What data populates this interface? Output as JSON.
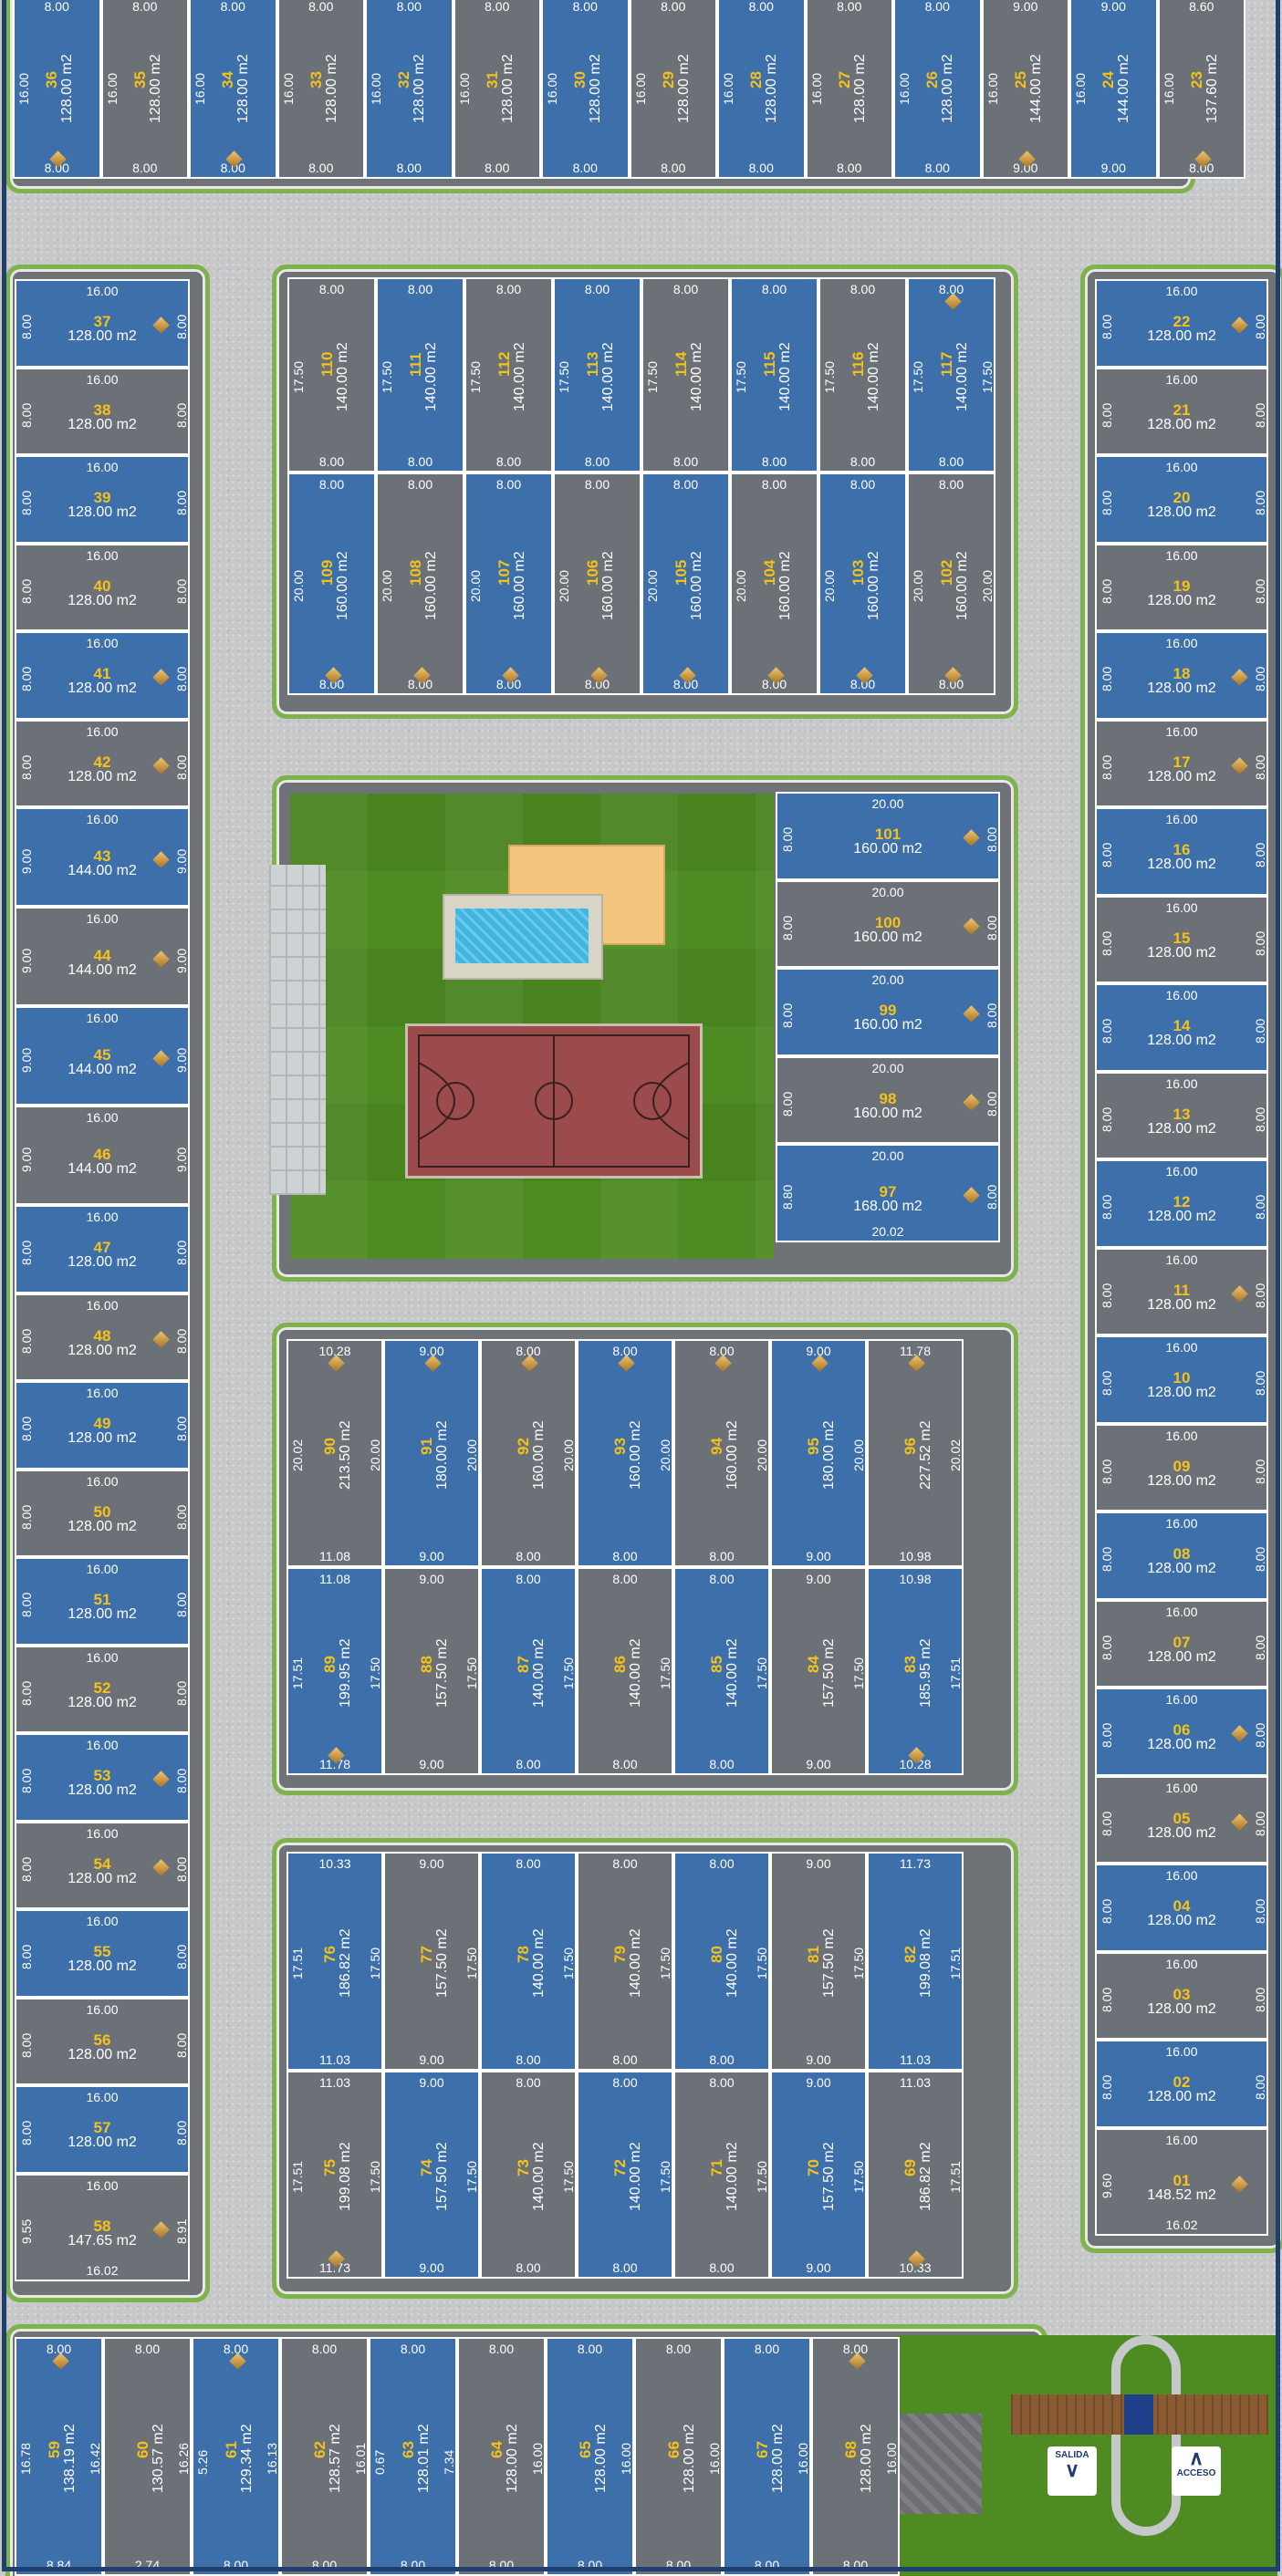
{
  "colors": {
    "blue": "#3d6fab",
    "gray": "#6c7177",
    "number": "#f4c21a",
    "green_border": "#7fb24a",
    "park": "#4e8b22"
  },
  "signs": {
    "exit_label": "SALIDA",
    "entry_label": "ACCESO"
  },
  "top_row": [
    {
      "n": "36",
      "a": "128.00 m2",
      "t": "8.00",
      "b": "8.00",
      "l": "16.00",
      "c": "blue",
      "diamond": true
    },
    {
      "n": "35",
      "a": "128.00 m2",
      "t": "8.00",
      "b": "8.00",
      "l": "16.00",
      "c": "gray",
      "diamond": false
    },
    {
      "n": "34",
      "a": "128.00 m2",
      "t": "8.00",
      "b": "8.00",
      "l": "16.00",
      "c": "blue",
      "diamond": true
    },
    {
      "n": "33",
      "a": "128.00 m2",
      "t": "8.00",
      "b": "8.00",
      "l": "16.00",
      "c": "gray",
      "diamond": false
    },
    {
      "n": "32",
      "a": "128.00 m2",
      "t": "8.00",
      "b": "8.00",
      "l": "16.00",
      "c": "blue",
      "diamond": false
    },
    {
      "n": "31",
      "a": "128.00 m2",
      "t": "8.00",
      "b": "8.00",
      "l": "16.00",
      "c": "gray",
      "diamond": false
    },
    {
      "n": "30",
      "a": "128.00 m2",
      "t": "8.00",
      "b": "8.00",
      "l": "16.00",
      "c": "blue",
      "diamond": false
    },
    {
      "n": "29",
      "a": "128.00 m2",
      "t": "8.00",
      "b": "8.00",
      "l": "16.00",
      "c": "gray",
      "diamond": false
    },
    {
      "n": "28",
      "a": "128.00 m2",
      "t": "8.00",
      "b": "8.00",
      "l": "16.00",
      "c": "blue",
      "diamond": false
    },
    {
      "n": "27",
      "a": "128.00 m2",
      "t": "8.00",
      "b": "8.00",
      "l": "16.00",
      "c": "gray",
      "diamond": false
    },
    {
      "n": "26",
      "a": "128.00 m2",
      "t": "8.00",
      "b": "8.00",
      "l": "16.00",
      "c": "blue",
      "diamond": false
    },
    {
      "n": "25",
      "a": "144.00 m2",
      "t": "9.00",
      "b": "9.00",
      "l": "16.00",
      "c": "gray",
      "diamond": true
    },
    {
      "n": "24",
      "a": "144.00 m2",
      "t": "9.00",
      "b": "9.00",
      "l": "16.00",
      "c": "blue",
      "diamond": false
    },
    {
      "n": "23",
      "a": "137.60 m2",
      "t": "8.60",
      "b": "8.00",
      "l": "16.00",
      "c": "gray",
      "diamond": true
    }
  ],
  "left_col": [
    {
      "n": "37",
      "a": "128.00 m2",
      "t": "16.00",
      "l": "8.00",
      "r": "8.00",
      "c": "blue",
      "diamond": true
    },
    {
      "n": "38",
      "a": "128.00 m2",
      "t": "16.00",
      "l": "8.00",
      "r": "8.00",
      "c": "gray",
      "diamond": false
    },
    {
      "n": "39",
      "a": "128.00 m2",
      "t": "16.00",
      "l": "8.00",
      "r": "8.00",
      "c": "blue",
      "diamond": false
    },
    {
      "n": "40",
      "a": "128.00 m2",
      "t": "16.00",
      "l": "8.00",
      "r": "8.00",
      "c": "gray",
      "diamond": false
    },
    {
      "n": "41",
      "a": "128.00 m2",
      "t": "16.00",
      "l": "8.00",
      "r": "8.00",
      "c": "blue",
      "diamond": true
    },
    {
      "n": "42",
      "a": "128.00 m2",
      "t": "16.00",
      "l": "8.00",
      "r": "8.00",
      "c": "gray",
      "diamond": true
    },
    {
      "n": "43",
      "a": "144.00 m2",
      "t": "16.00",
      "l": "9.00",
      "r": "9.00",
      "c": "blue",
      "diamond": true
    },
    {
      "n": "44",
      "a": "144.00 m2",
      "t": "16.00",
      "l": "9.00",
      "r": "9.00",
      "c": "gray",
      "diamond": true
    },
    {
      "n": "45",
      "a": "144.00 m2",
      "t": "16.00",
      "l": "9.00",
      "r": "9.00",
      "c": "blue",
      "diamond": true
    },
    {
      "n": "46",
      "a": "144.00 m2",
      "t": "16.00",
      "l": "9.00",
      "r": "9.00",
      "c": "gray",
      "diamond": false
    },
    {
      "n": "47",
      "a": "128.00 m2",
      "t": "16.00",
      "l": "8.00",
      "r": "8.00",
      "c": "blue",
      "diamond": false
    },
    {
      "n": "48",
      "a": "128.00 m2",
      "t": "16.00",
      "l": "8.00",
      "r": "8.00",
      "c": "gray",
      "diamond": true
    },
    {
      "n": "49",
      "a": "128.00 m2",
      "t": "16.00",
      "l": "8.00",
      "r": "8.00",
      "c": "blue",
      "diamond": false
    },
    {
      "n": "50",
      "a": "128.00 m2",
      "t": "16.00",
      "l": "8.00",
      "r": "8.00",
      "c": "gray",
      "diamond": false
    },
    {
      "n": "51",
      "a": "128.00 m2",
      "t": "16.00",
      "l": "8.00",
      "r": "8.00",
      "c": "blue",
      "diamond": false
    },
    {
      "n": "52",
      "a": "128.00 m2",
      "t": "16.00",
      "l": "8.00",
      "r": "8.00",
      "c": "gray",
      "diamond": false
    },
    {
      "n": "53",
      "a": "128.00 m2",
      "t": "16.00",
      "l": "8.00",
      "r": "8.00",
      "c": "blue",
      "diamond": true
    },
    {
      "n": "54",
      "a": "128.00 m2",
      "t": "16.00",
      "l": "8.00",
      "r": "8.00",
      "c": "gray",
      "diamond": true
    },
    {
      "n": "55",
      "a": "128.00 m2",
      "t": "16.00",
      "l": "8.00",
      "r": "8.00",
      "c": "blue",
      "diamond": false
    },
    {
      "n": "56",
      "a": "128.00 m2",
      "t": "16.00",
      "l": "8.00",
      "r": "8.00",
      "c": "gray",
      "diamond": false
    },
    {
      "n": "57",
      "a": "128.00 m2",
      "t": "16.00",
      "l": "8.00",
      "r": "8.00",
      "c": "blue",
      "diamond": false
    },
    {
      "n": "58",
      "a": "147.65 m2",
      "t": "16.00",
      "l": "9.55",
      "r": "8.91",
      "b": "16.02",
      "c": "gray",
      "diamond": true
    }
  ],
  "right_col": [
    {
      "n": "22",
      "a": "128.00 m2",
      "t": "16.00",
      "l": "8.00",
      "r": "8.00",
      "c": "blue",
      "diamond": true
    },
    {
      "n": "21",
      "a": "128.00 m2",
      "t": "16.00",
      "l": "8.00",
      "r": "8.00",
      "c": "gray",
      "diamond": false
    },
    {
      "n": "20",
      "a": "128.00 m2",
      "t": "16.00",
      "l": "8.00",
      "r": "8.00",
      "c": "blue",
      "diamond": false
    },
    {
      "n": "19",
      "a": "128.00 m2",
      "t": "16.00",
      "l": "8.00",
      "r": "8.00",
      "c": "gray",
      "diamond": false
    },
    {
      "n": "18",
      "a": "128.00 m2",
      "t": "16.00",
      "l": "8.00",
      "r": "8.00",
      "c": "blue",
      "diamond": true
    },
    {
      "n": "17",
      "a": "128.00 m2",
      "t": "16.00",
      "l": "8.00",
      "r": "8.00",
      "c": "gray",
      "diamond": true
    },
    {
      "n": "16",
      "a": "128.00 m2",
      "t": "16.00",
      "l": "8.00",
      "r": "8.00",
      "c": "blue",
      "diamond": false
    },
    {
      "n": "15",
      "a": "128.00 m2",
      "t": "16.00",
      "l": "8.00",
      "r": "8.00",
      "c": "gray",
      "diamond": false
    },
    {
      "n": "14",
      "a": "128.00 m2",
      "t": "16.00",
      "l": "8.00",
      "r": "8.00",
      "c": "blue",
      "diamond": false
    },
    {
      "n": "13",
      "a": "128.00 m2",
      "t": "16.00",
      "l": "8.00",
      "r": "8.00",
      "c": "gray",
      "diamond": false
    },
    {
      "n": "12",
      "a": "128.00 m2",
      "t": "16.00",
      "l": "8.00",
      "r": "8.00",
      "c": "blue",
      "diamond": false
    },
    {
      "n": "11",
      "a": "128.00 m2",
      "t": "16.00",
      "l": "8.00",
      "r": "8.00",
      "c": "gray",
      "diamond": true
    },
    {
      "n": "10",
      "a": "128.00 m2",
      "t": "16.00",
      "l": "8.00",
      "r": "8.00",
      "c": "blue",
      "diamond": false
    },
    {
      "n": "09",
      "a": "128.00 m2",
      "t": "16.00",
      "l": "8.00",
      "r": "8.00",
      "c": "gray",
      "diamond": false
    },
    {
      "n": "08",
      "a": "128.00 m2",
      "t": "16.00",
      "l": "8.00",
      "r": "8.00",
      "c": "blue",
      "diamond": false
    },
    {
      "n": "07",
      "a": "128.00 m2",
      "t": "16.00",
      "l": "8.00",
      "r": "8.00",
      "c": "gray",
      "diamond": false
    },
    {
      "n": "06",
      "a": "128.00 m2",
      "t": "16.00",
      "l": "8.00",
      "r": "8.00",
      "c": "blue",
      "diamond": true
    },
    {
      "n": "05",
      "a": "128.00 m2",
      "t": "16.00",
      "l": "8.00",
      "r": "8.00",
      "c": "gray",
      "diamond": true
    },
    {
      "n": "04",
      "a": "128.00 m2",
      "t": "16.00",
      "l": "8.00",
      "r": "8.00",
      "c": "blue",
      "diamond": false
    },
    {
      "n": "03",
      "a": "128.00 m2",
      "t": "16.00",
      "l": "8.00",
      "r": "8.00",
      "c": "gray",
      "diamond": false
    },
    {
      "n": "02",
      "a": "128.00 m2",
      "t": "16.00",
      "l": "8.00",
      "r": "8.00",
      "c": "blue",
      "diamond": false
    },
    {
      "n": "01",
      "a": "148.52 m2",
      "t": "16.00",
      "l": "9.60",
      "r": "",
      "b": "16.02",
      "c": "gray",
      "diamond": true
    }
  ],
  "block_a_top": [
    {
      "n": "110",
      "a": "140.00 m2",
      "t": "8.00",
      "b": "8.00",
      "l": "17.50",
      "r": "",
      "c": "gray"
    },
    {
      "n": "111",
      "a": "140.00 m2",
      "t": "8.00",
      "b": "8.00",
      "l": "17.50",
      "r": "",
      "c": "blue"
    },
    {
      "n": "112",
      "a": "140.00 m2",
      "t": "8.00",
      "b": "8.00",
      "l": "17.50",
      "r": "",
      "c": "gray"
    },
    {
      "n": "113",
      "a": "140.00 m2",
      "t": "8.00",
      "b": "8.00",
      "l": "17.50",
      "r": "",
      "c": "blue"
    },
    {
      "n": "114",
      "a": "140.00 m2",
      "t": "8.00",
      "b": "8.00",
      "l": "17.50",
      "r": "",
      "c": "gray"
    },
    {
      "n": "115",
      "a": "140.00 m2",
      "t": "8.00",
      "b": "8.00",
      "l": "17.50",
      "r": "",
      "c": "blue"
    },
    {
      "n": "116",
      "a": "140.00 m2",
      "t": "8.00",
      "b": "8.00",
      "l": "17.50",
      "r": "",
      "c": "gray"
    },
    {
      "n": "117",
      "a": "140.00 m2",
      "t": "8.00",
      "b": "8.00",
      "l": "17.50",
      "r": "17.50",
      "c": "blue"
    }
  ],
  "block_a_bottom": [
    {
      "n": "109",
      "a": "160.00 m2",
      "t": "8.00",
      "b": "8.00",
      "l": "20.00",
      "r": "",
      "c": "blue"
    },
    {
      "n": "108",
      "a": "160.00 m2",
      "t": "8.00",
      "b": "8.00",
      "l": "20.00",
      "r": "",
      "c": "gray"
    },
    {
      "n": "107",
      "a": "160.00 m2",
      "t": "8.00",
      "b": "8.00",
      "l": "20.00",
      "r": "",
      "c": "blue"
    },
    {
      "n": "106",
      "a": "160.00 m2",
      "t": "8.00",
      "b": "8.00",
      "l": "20.00",
      "r": "",
      "c": "gray"
    },
    {
      "n": "105",
      "a": "160.00 m2",
      "t": "8.00",
      "b": "8.00",
      "l": "20.00",
      "r": "",
      "c": "blue"
    },
    {
      "n": "104",
      "a": "160.00 m2",
      "t": "8.00",
      "b": "8.00",
      "l": "20.00",
      "r": "",
      "c": "gray"
    },
    {
      "n": "103",
      "a": "160.00 m2",
      "t": "8.00",
      "b": "8.00",
      "l": "20.00",
      "r": "",
      "c": "blue"
    },
    {
      "n": "102",
      "a": "160.00 m2",
      "t": "8.00",
      "b": "8.00",
      "l": "20.00",
      "r": "20.00",
      "c": "gray"
    }
  ],
  "block_b": [
    {
      "n": "101",
      "a": "160.00 m2",
      "t": "20.00",
      "l": "8.00",
      "r": "8.00",
      "b": "",
      "c": "blue"
    },
    {
      "n": "100",
      "a": "160.00 m2",
      "t": "20.00",
      "l": "8.00",
      "r": "8.00",
      "b": "",
      "c": "gray"
    },
    {
      "n": "99",
      "a": "160.00 m2",
      "t": "20.00",
      "l": "8.00",
      "r": "8.00",
      "b": "",
      "c": "blue"
    },
    {
      "n": "98",
      "a": "160.00 m2",
      "t": "20.00",
      "l": "8.00",
      "r": "8.00",
      "b": "",
      "c": "gray"
    },
    {
      "n": "97",
      "a": "168.00 m2",
      "t": "20.00",
      "l": "8.80",
      "r": "8.00",
      "b": "20.02",
      "c": "blue"
    }
  ],
  "block_c_top": [
    {
      "n": "90",
      "a": "213.50 m2",
      "t": "10.28",
      "b": "11.08",
      "l": "20.02",
      "r": "20.00",
      "c": "gray"
    },
    {
      "n": "91",
      "a": "180.00 m2",
      "t": "9.00",
      "b": "9.00",
      "l": "",
      "r": "20.00",
      "c": "blue"
    },
    {
      "n": "92",
      "a": "160.00 m2",
      "t": "8.00",
      "b": "8.00",
      "l": "",
      "r": "20.00",
      "c": "gray"
    },
    {
      "n": "93",
      "a": "160.00 m2",
      "t": "8.00",
      "b": "8.00",
      "l": "",
      "r": "20.00",
      "c": "blue"
    },
    {
      "n": "94",
      "a": "160.00 m2",
      "t": "8.00",
      "b": "8.00",
      "l": "",
      "r": "20.00",
      "c": "gray"
    },
    {
      "n": "95",
      "a": "180.00 m2",
      "t": "9.00",
      "b": "9.00",
      "l": "",
      "r": "20.00",
      "c": "blue"
    },
    {
      "n": "96",
      "a": "227.52 m2",
      "t": "11.78",
      "b": "10.98",
      "l": "",
      "r": "20.02",
      "c": "gray"
    }
  ],
  "block_c_bottom": [
    {
      "n": "89",
      "a": "199.95 m2",
      "t": "11.08",
      "b": "11.78",
      "l": "17.51",
      "r": "17.50",
      "c": "blue"
    },
    {
      "n": "88",
      "a": "157.50 m2",
      "t": "9.00",
      "b": "9.00",
      "l": "",
      "r": "17.50",
      "c": "gray"
    },
    {
      "n": "87",
      "a": "140.00 m2",
      "t": "8.00",
      "b": "8.00",
      "l": "",
      "r": "17.50",
      "c": "blue"
    },
    {
      "n": "86",
      "a": "140.00 m2",
      "t": "8.00",
      "b": "8.00",
      "l": "",
      "r": "17.50",
      "c": "gray"
    },
    {
      "n": "85",
      "a": "140.00 m2",
      "t": "8.00",
      "b": "8.00",
      "l": "",
      "r": "17.50",
      "c": "blue"
    },
    {
      "n": "84",
      "a": "157.50 m2",
      "t": "9.00",
      "b": "9.00",
      "l": "",
      "r": "17.50",
      "c": "gray"
    },
    {
      "n": "83",
      "a": "185.95 m2",
      "t": "10.98",
      "b": "10.28",
      "l": "",
      "r": "17.51",
      "c": "blue"
    }
  ],
  "block_d_top": [
    {
      "n": "76",
      "a": "186.82 m2",
      "t": "10.33",
      "b": "11.03",
      "l": "17.51",
      "r": "17.50",
      "c": "blue"
    },
    {
      "n": "77",
      "a": "157.50 m2",
      "t": "9.00",
      "b": "9.00",
      "l": "",
      "r": "17.50",
      "c": "gray"
    },
    {
      "n": "78",
      "a": "140.00 m2",
      "t": "8.00",
      "b": "8.00",
      "l": "",
      "r": "17.50",
      "c": "blue"
    },
    {
      "n": "79",
      "a": "140.00 m2",
      "t": "8.00",
      "b": "8.00",
      "l": "",
      "r": "17.50",
      "c": "gray"
    },
    {
      "n": "80",
      "a": "140.00 m2",
      "t": "8.00",
      "b": "8.00",
      "l": "",
      "r": "17.50",
      "c": "blue"
    },
    {
      "n": "81",
      "a": "157.50 m2",
      "t": "9.00",
      "b": "9.00",
      "l": "",
      "r": "17.50",
      "c": "gray"
    },
    {
      "n": "82",
      "a": "199.08 m2",
      "t": "11.73",
      "b": "11.03",
      "l": "",
      "r": "17.51",
      "c": "blue"
    }
  ],
  "block_d_bottom": [
    {
      "n": "75",
      "a": "199.08 m2",
      "t": "11.03",
      "b": "11.73",
      "l": "17.51",
      "r": "17.50",
      "c": "gray"
    },
    {
      "n": "74",
      "a": "157.50 m2",
      "t": "9.00",
      "b": "9.00",
      "l": "",
      "r": "17.50",
      "c": "blue"
    },
    {
      "n": "73",
      "a": "140.00 m2",
      "t": "8.00",
      "b": "8.00",
      "l": "",
      "r": "17.50",
      "c": "gray"
    },
    {
      "n": "72",
      "a": "140.00 m2",
      "t": "8.00",
      "b": "8.00",
      "l": "",
      "r": "17.50",
      "c": "blue"
    },
    {
      "n": "71",
      "a": "140.00 m2",
      "t": "8.00",
      "b": "8.00",
      "l": "",
      "r": "17.50",
      "c": "gray"
    },
    {
      "n": "70",
      "a": "157.50 m2",
      "t": "9.00",
      "b": "9.00",
      "l": "",
      "r": "17.50",
      "c": "blue"
    },
    {
      "n": "69",
      "a": "186.82 m2",
      "t": "11.03",
      "b": "10.33",
      "l": "",
      "r": "17.51",
      "c": "gray"
    }
  ],
  "bottom_row": [
    {
      "n": "59",
      "a": "138.19 m2",
      "t": "8.00",
      "b": "8.84",
      "l": "16.78",
      "r": "16.42",
      "c": "blue"
    },
    {
      "n": "60",
      "a": "130.57 m2",
      "t": "8.00",
      "b": "2.74",
      "l": "",
      "r": "16.26",
      "c": "gray"
    },
    {
      "n": "61",
      "a": "129.34 m2",
      "t": "8.00",
      "b": "8.00",
      "l": "5.26",
      "r": "16.13",
      "c": "blue"
    },
    {
      "n": "62",
      "a": "128.57 m2",
      "t": "8.00",
      "b": "8.00",
      "l": "",
      "r": "16.01",
      "c": "gray"
    },
    {
      "n": "63",
      "a": "128.01 m2",
      "t": "8.00",
      "b": "8.00",
      "l": "0.67",
      "r": "7.34",
      "c": "blue"
    },
    {
      "n": "64",
      "a": "128.00 m2",
      "t": "8.00",
      "b": "8.00",
      "l": "",
      "r": "16.00",
      "c": "gray"
    },
    {
      "n": "65",
      "a": "128.00 m2",
      "t": "8.00",
      "b": "8.00",
      "l": "",
      "r": "16.00",
      "c": "blue"
    },
    {
      "n": "66",
      "a": "128.00 m2",
      "t": "8.00",
      "b": "8.00",
      "l": "",
      "r": "16.00",
      "c": "gray"
    },
    {
      "n": "67",
      "a": "128.00 m2",
      "t": "8.00",
      "b": "8.00",
      "l": "",
      "r": "16.00",
      "c": "blue"
    },
    {
      "n": "68",
      "a": "128.00 m2",
      "t": "8.00",
      "b": "8.00",
      "l": "",
      "r": "16.00",
      "c": "gray"
    }
  ]
}
